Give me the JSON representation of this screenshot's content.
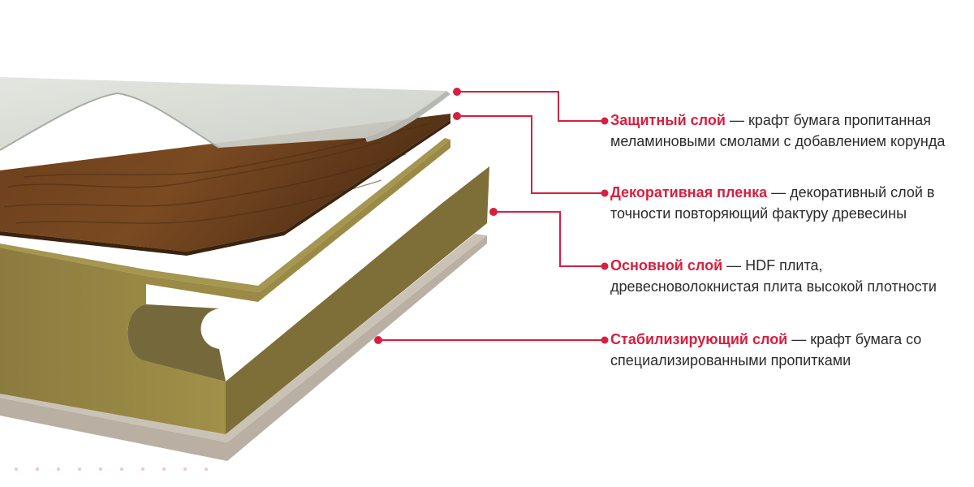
{
  "accent_color": "#d81f3f",
  "layers": [
    {
      "id": "protective",
      "term": "Защитный слой",
      "description": " — крафт бумага пропитанная меламиновыми смолами с добавлением корунда",
      "color": "#d3d6cf"
    },
    {
      "id": "decorative",
      "term": "Декоративная пленка",
      "description": " — декоративный слой в точности повторяющий фактуру древесины",
      "color": "#5a3518"
    },
    {
      "id": "core",
      "term": "Основной слой",
      "description": " — HDF плита, древесноволокнистая плита высокой плотности",
      "color": "#8d7e41"
    },
    {
      "id": "stabilizing",
      "term": "Стабилизирующий слой",
      "description": " — крафт бумага со специализированными пропитками",
      "color": "#bdb3a6"
    }
  ]
}
